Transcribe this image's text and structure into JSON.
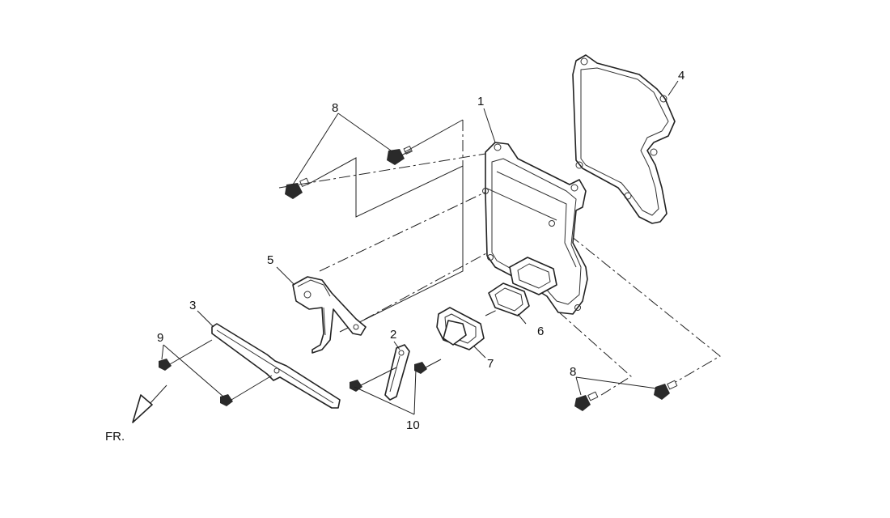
{
  "callouts": {
    "n1": "1",
    "n2": "2",
    "n3": "3",
    "n4": "4",
    "n5": "5",
    "n6": "6",
    "n7": "7",
    "n8_upper": "8",
    "n8_lower": "8",
    "n9": "9",
    "n10": "10"
  },
  "direction_label": "FR."
}
